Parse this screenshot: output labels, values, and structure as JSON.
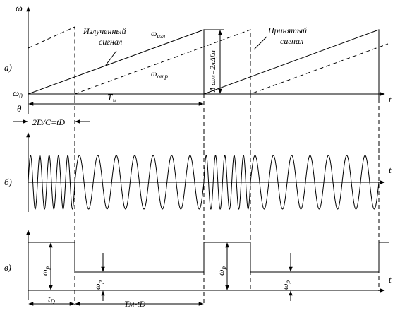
{
  "panel_a": {
    "label": "а)",
    "axis_y": "ω",
    "axis_x": "t",
    "omega0_main": "ω",
    "omega0_sub": "0",
    "theta": "θ",
    "emitted_line1": "Излученный",
    "emitted_line2": "сигнал",
    "received_line1": "Принятый",
    "received_line2": "сигнал",
    "omega_izl_main": "ω",
    "omega_izl_sub": "изл",
    "omega_otr_main": "ω",
    "omega_otr_sub": "отр",
    "period_main": "T",
    "period_sub": "м",
    "deviation": "Δ ωм=2πΔfм",
    "delay": "2D/C=tD"
  },
  "panel_b": {
    "label": "б)",
    "axis_x": "t"
  },
  "panel_c": {
    "label": "в)",
    "axis_x": "t",
    "omega_p1_main": "ω",
    "omega_p1_sub": "р",
    "omega_p2_main": "ω",
    "omega_p2_sub": "р",
    "omega_p3_main": "ω",
    "omega_p3_sub": "р",
    "omega_p4_main": "ω",
    "omega_p4_sub": "р",
    "td_main": "t",
    "td_sub": "D",
    "tm_td": "Tм-tD"
  }
}
